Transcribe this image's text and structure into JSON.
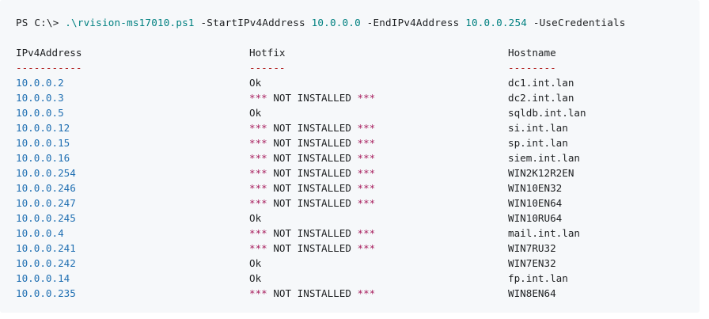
{
  "command": {
    "prompt": "PS C:\\> ",
    "script": ".\\rvision-ms17010.ps1",
    "param1": "-StartIPv4Address",
    "value1": "10.0.0.0",
    "param2": "-EndIPv4Address",
    "value2": "10.0.0.254",
    "param3": "-UseCredentials"
  },
  "table": {
    "headers": [
      "IPv4Address",
      "Hotfix",
      "Hostname"
    ],
    "underlines": [
      "-----------",
      "------",
      "--------"
    ],
    "star_marker": "***",
    "rows": [
      {
        "ip": "10.0.0.2",
        "hotfix": "Ok",
        "installed": true,
        "hostname": "dc1.int.lan"
      },
      {
        "ip": "10.0.0.3",
        "hotfix": "NOT INSTALLED",
        "installed": false,
        "hostname": "dc2.int.lan"
      },
      {
        "ip": "10.0.0.5",
        "hotfix": "Ok",
        "installed": true,
        "hostname": "sqldb.int.lan"
      },
      {
        "ip": "10.0.0.12",
        "hotfix": "NOT INSTALLED",
        "installed": false,
        "hostname": "si.int.lan"
      },
      {
        "ip": "10.0.0.15",
        "hotfix": "NOT INSTALLED",
        "installed": false,
        "hostname": "sp.int.lan"
      },
      {
        "ip": "10.0.0.16",
        "hotfix": "NOT INSTALLED",
        "installed": false,
        "hostname": "siem.int.lan"
      },
      {
        "ip": "10.0.0.254",
        "hotfix": "NOT INSTALLED",
        "installed": false,
        "hostname": "WIN2K12R2EN"
      },
      {
        "ip": "10.0.0.246",
        "hotfix": "NOT INSTALLED",
        "installed": false,
        "hostname": "WIN10EN32"
      },
      {
        "ip": "10.0.0.247",
        "hotfix": "NOT INSTALLED",
        "installed": false,
        "hostname": "WIN10EN64"
      },
      {
        "ip": "10.0.0.245",
        "hotfix": "Ok",
        "installed": true,
        "hostname": "WIN10RU64"
      },
      {
        "ip": "10.0.0.4",
        "hotfix": "NOT INSTALLED",
        "installed": false,
        "hostname": "mail.int.lan"
      },
      {
        "ip": "10.0.0.241",
        "hotfix": "NOT INSTALLED",
        "installed": false,
        "hostname": "WIN7RU32"
      },
      {
        "ip": "10.0.0.242",
        "hotfix": "Ok",
        "installed": true,
        "hostname": "WIN7EN32"
      },
      {
        "ip": "10.0.0.14",
        "hotfix": "Ok",
        "installed": true,
        "hostname": "fp.int.lan"
      },
      {
        "ip": "10.0.0.235",
        "hotfix": "NOT INSTALLED",
        "installed": false,
        "hostname": "WIN8EN64"
      }
    ]
  },
  "colors": {
    "background": "#f6f8fa",
    "text": "#1d1f21",
    "path": "#008080",
    "ip": "#1f6fb2",
    "stars": "#a71d5d",
    "dashes": "#b22222"
  }
}
